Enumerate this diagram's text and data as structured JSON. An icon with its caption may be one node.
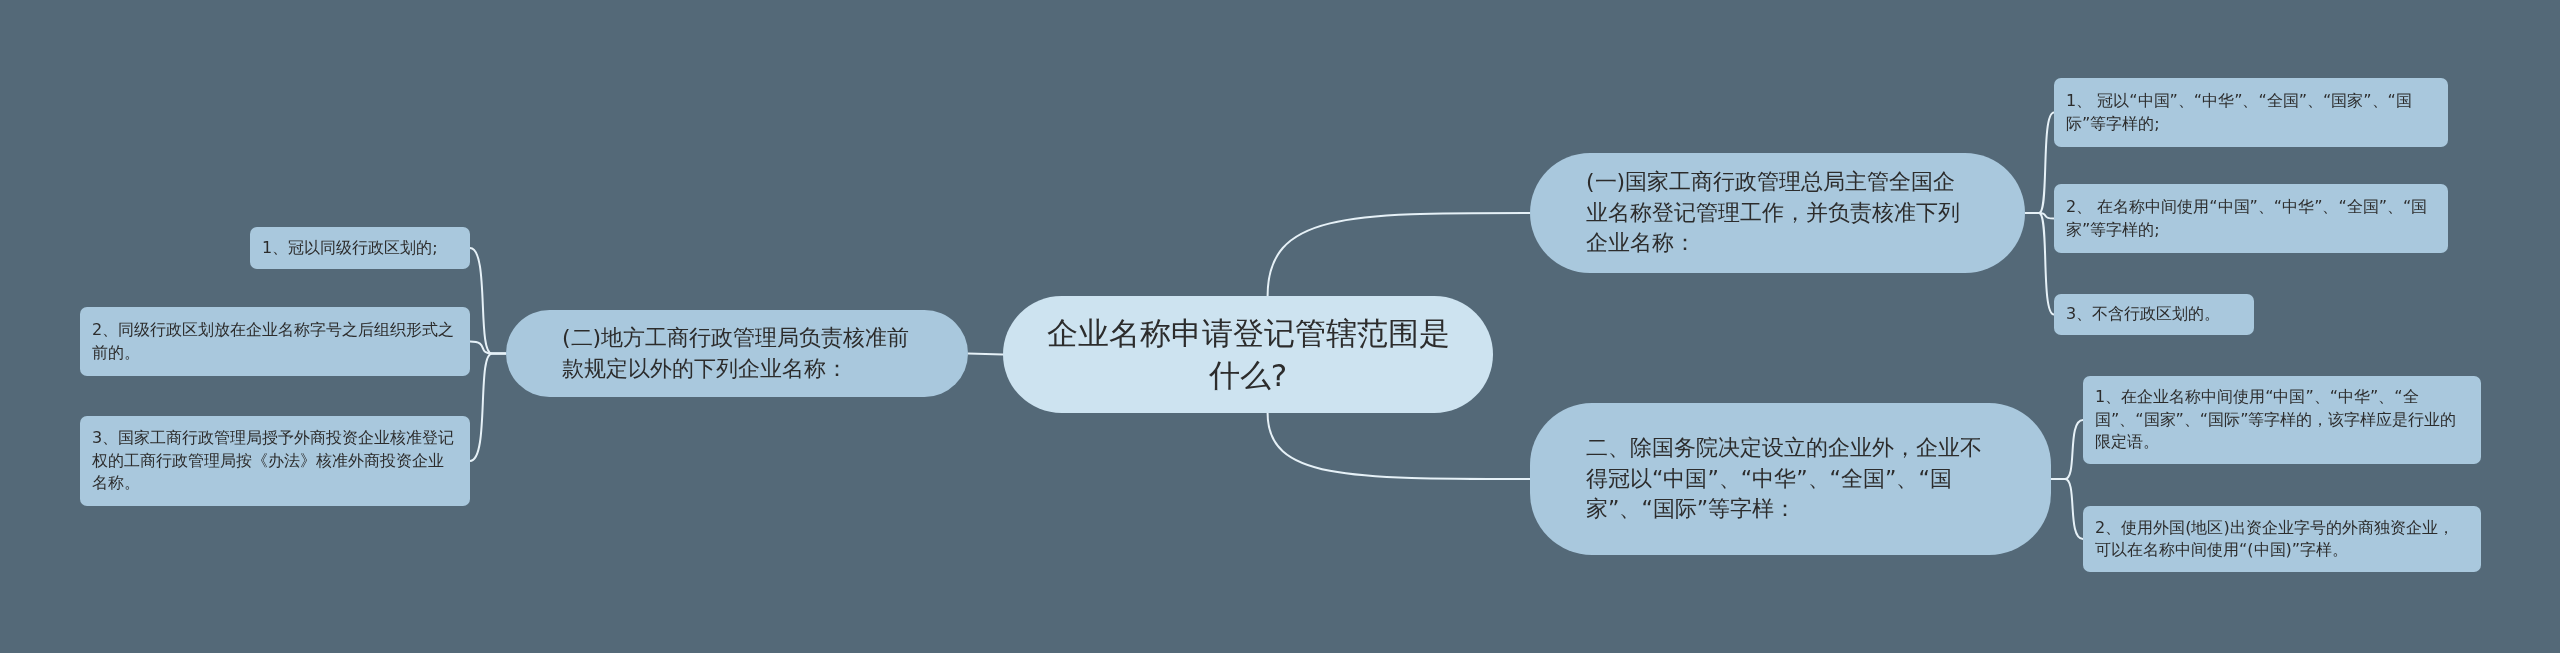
{
  "diagram": {
    "nodes": [
      {
        "text": [
          "企业名称申请登记管辖范围是什么?"
        ]
      },
      {
        "text": [
          "(一)国家工商行政管理总局主管全国企业名称登记管理工作，并负责核准下列企业名称："
        ]
      },
      {
        "text": [
          "1、 冠以“中国”、“中华”、“全国”、“国家”、“国际”等字样的;"
        ]
      },
      {
        "text": [
          "2、 在名称中间使用“中国”、“中华”、“全国”、“国家”等字样的;"
        ]
      },
      {
        "text": [
          "3、不含行政区划的。"
        ]
      },
      {
        "text": [
          "二、除国务院决定设立的企业外，企业不得冠以“中国”、“中华”、“全国”、“国家”、“国际”等字样："
        ]
      },
      {
        "text": [
          "1、在企业名称中间使用“中国”、“中华”、“全国”、“国家”、“国际”等字样的，该字样应是行业的限定语。"
        ]
      },
      {
        "text": [
          "2、使用外国(地区)出资企业字号的外商独资企业，可以在名称中间使用“(中国)”字样。"
        ]
      },
      {
        "text": [
          "(二)地方工商行政管理局负责核准前款规定以外的下列企业名称："
        ]
      },
      {
        "text": [
          "1、冠以同级行政区划的;"
        ]
      },
      {
        "text": [
          "2、同级行政区划放在企业名称字号之后组织形式之前的。"
        ]
      },
      {
        "text": [
          "3、国家工商行政管理局授予外商投资企业核准登记权的工商行政管理局按《办法》核准外商投资企业名称。"
        ]
      }
    ],
    "edges": [
      {
        "from": 0,
        "to": 1,
        "arrow": "none"
      },
      {
        "from": 1,
        "to": 2,
        "arrow": "none"
      },
      {
        "from": 1,
        "to": 3,
        "arrow": "none"
      },
      {
        "from": 1,
        "to": 4,
        "arrow": "none"
      },
      {
        "from": 0,
        "to": 5,
        "arrow": "none"
      },
      {
        "from": 5,
        "to": 6,
        "arrow": "none"
      },
      {
        "from": 5,
        "to": 7,
        "arrow": "none"
      },
      {
        "from": 0,
        "to": 8,
        "arrow": "none"
      },
      {
        "from": 8,
        "to": 9,
        "arrow": "none"
      },
      {
        "from": 8,
        "to": 10,
        "arrow": "none"
      },
      {
        "from": 8,
        "to": 11,
        "arrow": "none"
      }
    ]
  }
}
